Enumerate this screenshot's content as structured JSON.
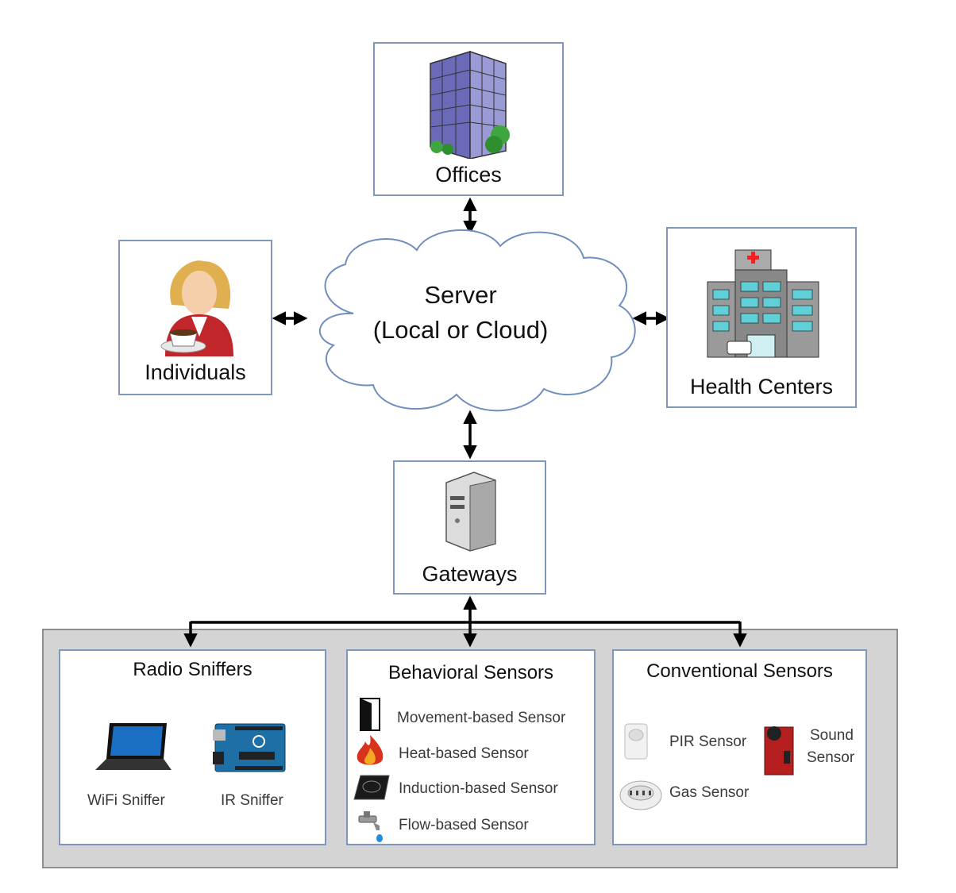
{
  "nodes": {
    "offices": "Offices",
    "individuals": "Individuals",
    "health_centers": "Health Centers",
    "gateways": "Gateways",
    "server_line1": "Server",
    "server_line2": "(Local or Cloud)"
  },
  "groups": {
    "radio": {
      "title": "Radio Sniffers",
      "items": [
        "WiFi Sniffer",
        "IR Sniffer"
      ]
    },
    "behavioral": {
      "title": "Behavioral Sensors",
      "items": [
        "Movement-based Sensor",
        "Heat-based Sensor",
        "Induction-based Sensor",
        "Flow-based Sensor"
      ]
    },
    "conventional": {
      "title": "Conventional Sensors",
      "pir": "PIR Sensor",
      "sound_line1": "Sound",
      "sound_line2": "Sensor",
      "gas": "Gas Sensor"
    }
  },
  "colors": {
    "box_border": "#7f97bd",
    "cloud_stroke": "#6f8fbf",
    "panel_fill": "#d4d4d4",
    "arrow": "#000000"
  }
}
